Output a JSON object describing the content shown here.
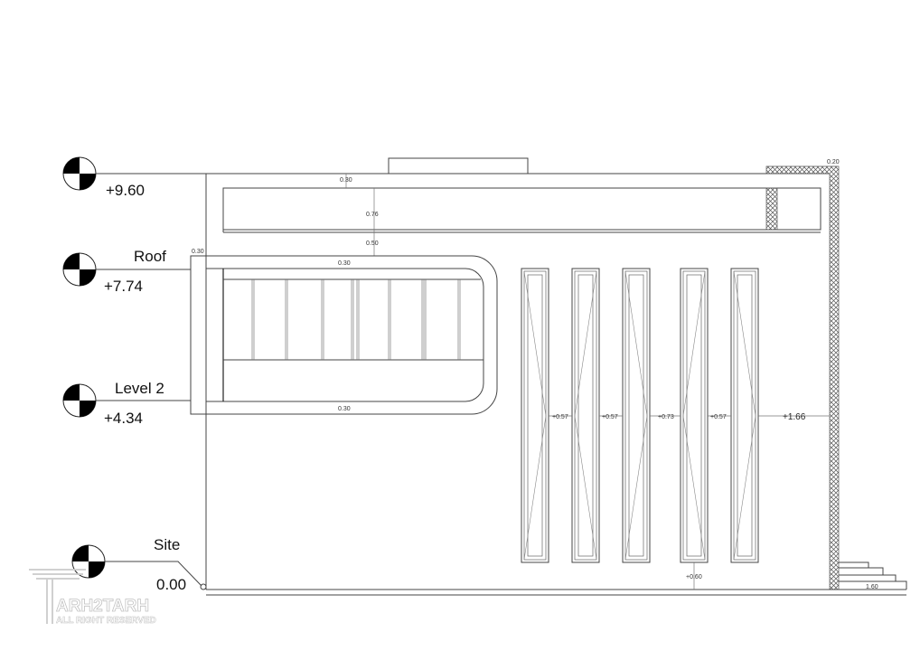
{
  "levels": [
    {
      "name": "",
      "elevation": "+9.60"
    },
    {
      "name": "Roof",
      "elevation": "+7.74"
    },
    {
      "name": "Level 2",
      "elevation": "+4.34"
    },
    {
      "name": "Site",
      "elevation": "0.00"
    }
  ],
  "dimensions": {
    "parapet_top": "0.30",
    "band_height": "0.76",
    "band_gap": "0.50",
    "cantilever_left": "0.30",
    "cantilever_top": "0.30",
    "cantilever_bottom": "0.30",
    "wall_thickness": "0.20",
    "window_gaps": [
      "+0.57",
      "+0.57",
      "+0.73",
      "+0.57"
    ],
    "right_margin": "+1.66",
    "sill_height": "+0.60",
    "stair_width": "1.60"
  },
  "watermark": {
    "brand": "ARH2TARH",
    "subtitle": "ALL RIGHT RESERVED"
  }
}
